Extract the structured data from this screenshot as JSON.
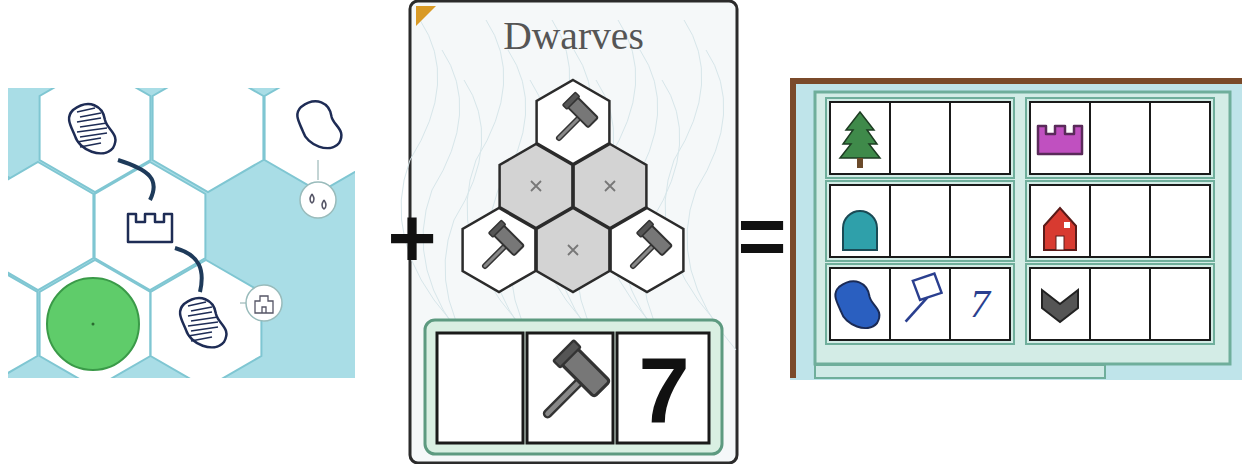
{
  "diagram": {
    "nodes": [
      {
        "text": [
          "Dwarves"
        ]
      }
    ],
    "labels": [
      "+",
      "7",
      "=",
      "7"
    ]
  }
}
